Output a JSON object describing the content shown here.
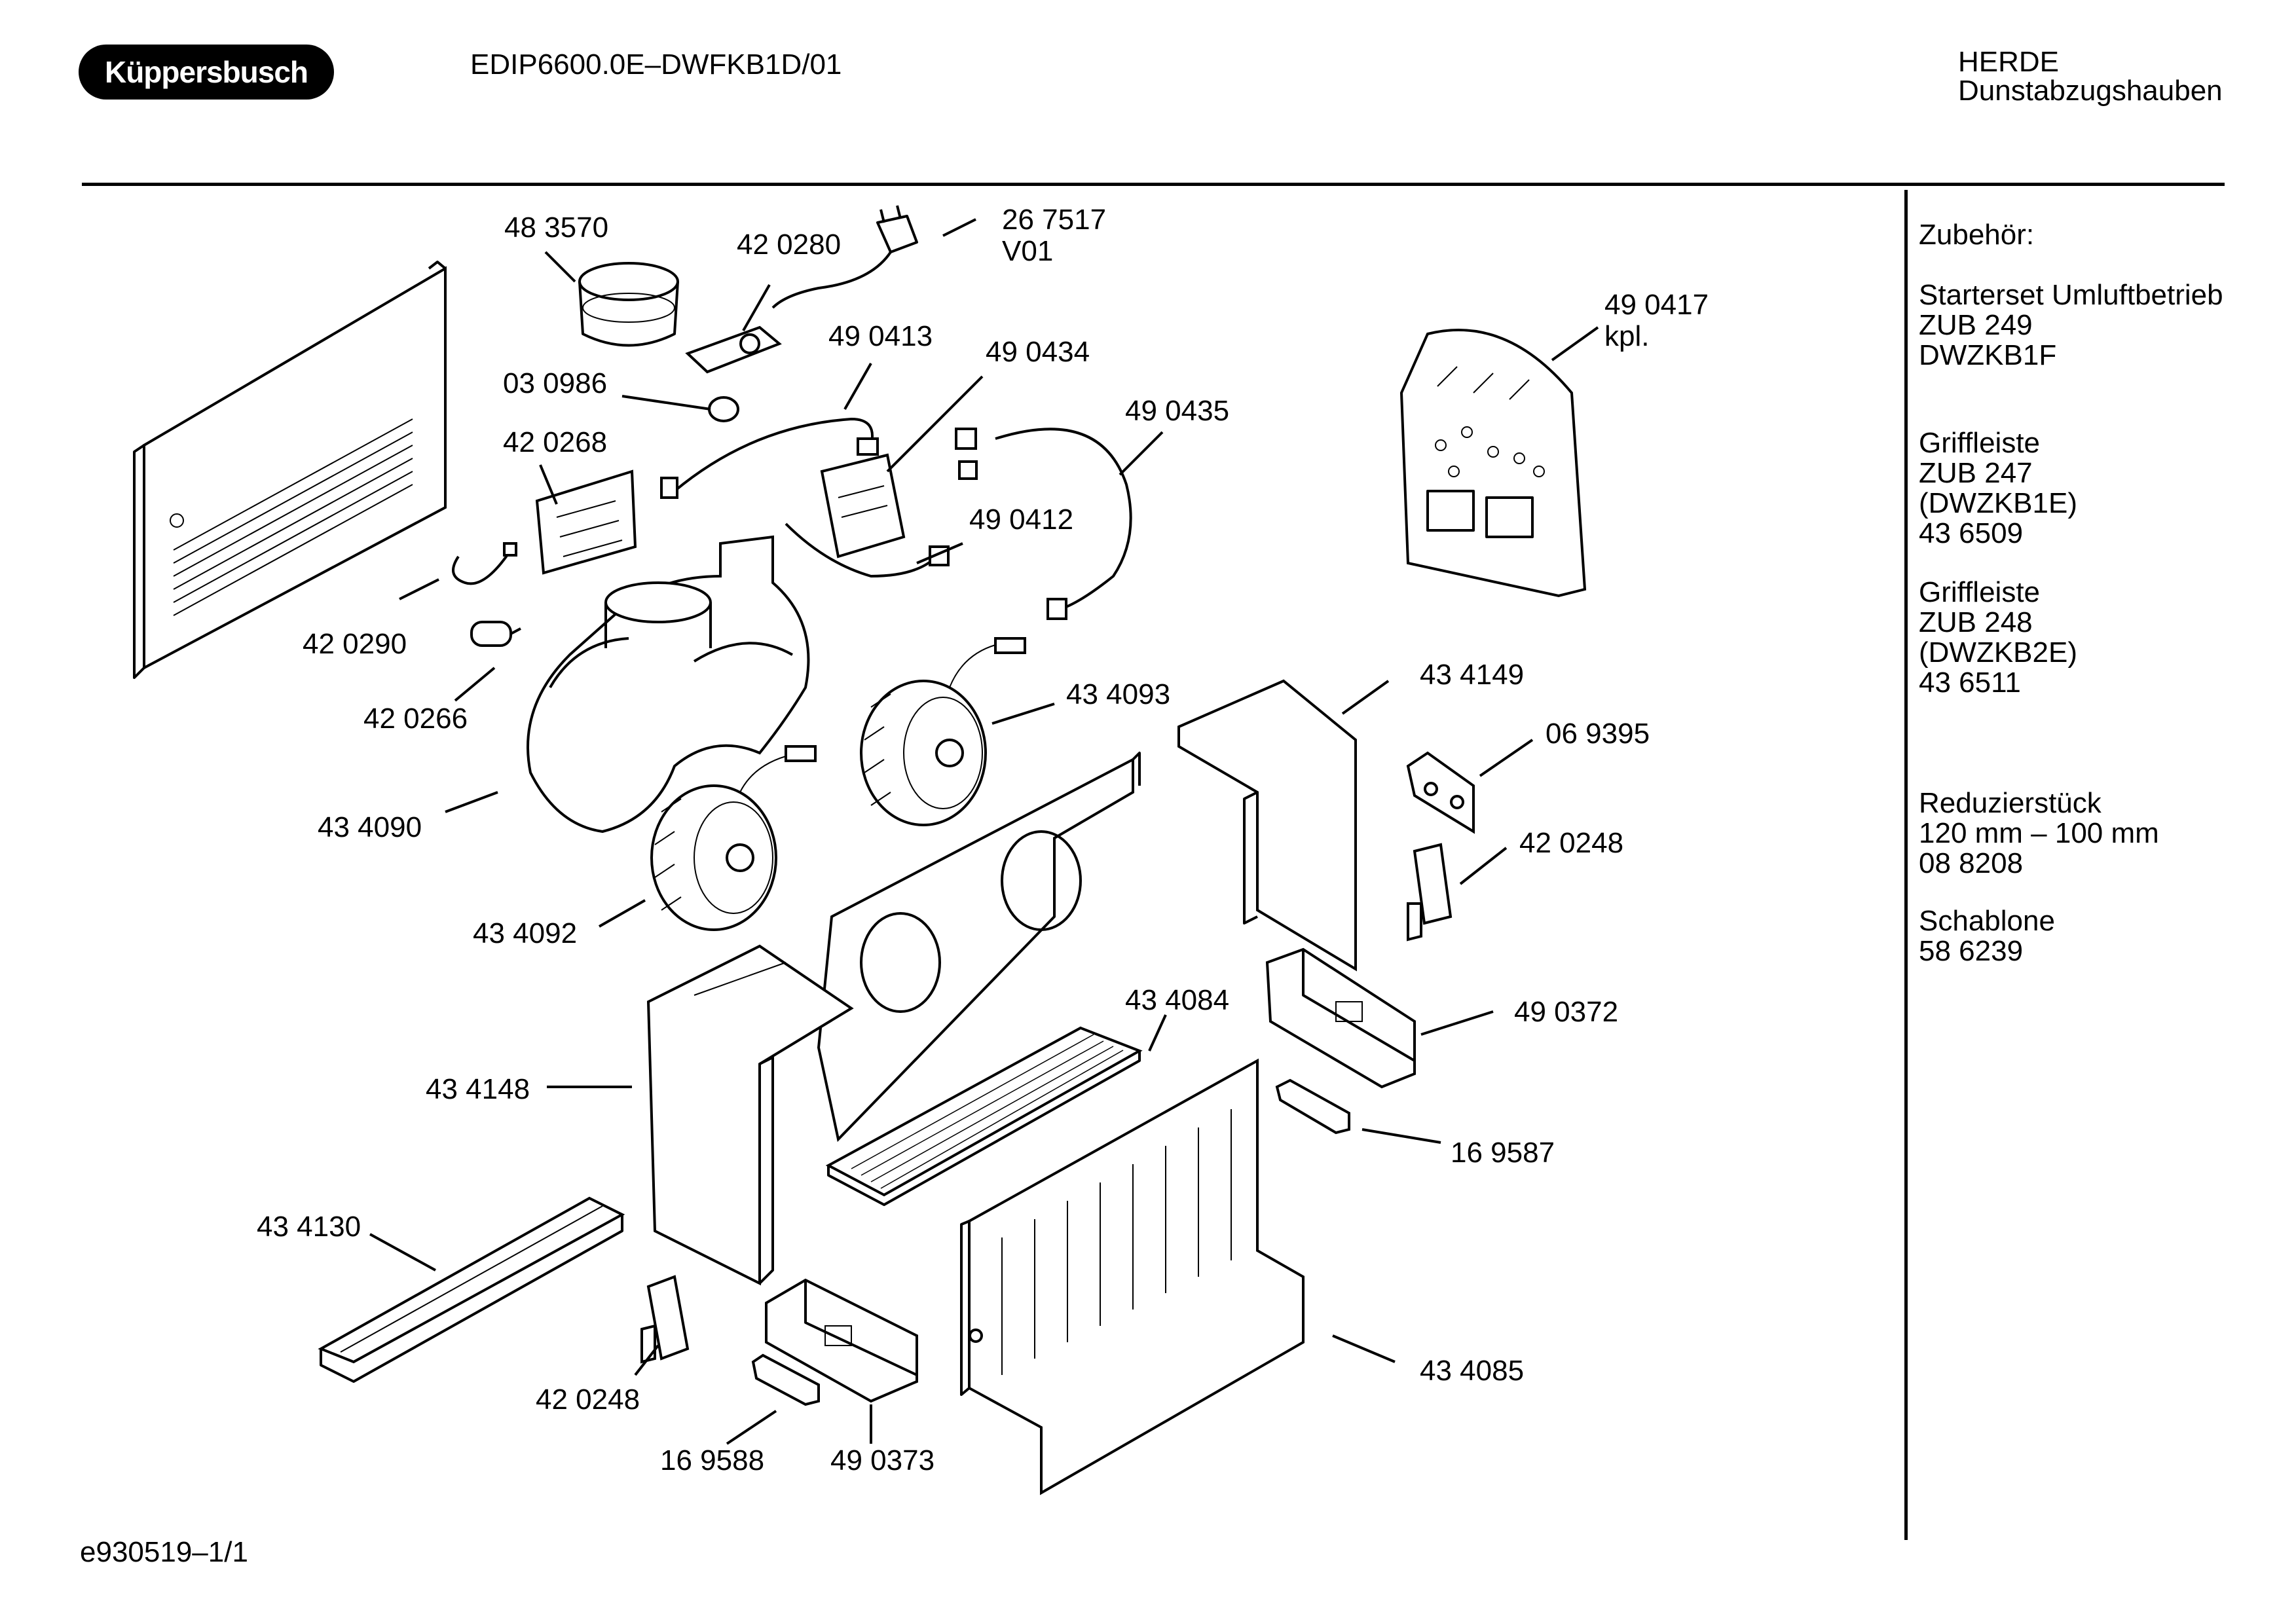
{
  "header": {
    "brand": "Küppersbusch",
    "model_code": "EDIP6600.0E–DWFKB1D/01",
    "category": "HERDE",
    "subcategory": "Dunstabzugshauben"
  },
  "accessories": {
    "title": "Zubehör:",
    "items": [
      {
        "lines": [
          "Starterset Umluftbetrieb",
          "ZUB 249",
          "DWZKB1F"
        ]
      },
      {
        "lines": [
          "Griffleiste",
          "ZUB 247",
          "(DWZKB1E)",
          "43 6509"
        ]
      },
      {
        "lines": [
          "Griffleiste",
          "ZUB 248",
          "(DWZKB2E)",
          "43 6511"
        ]
      },
      {
        "lines": [
          "Reduzierstück",
          "120 mm – 100 mm",
          "08 8208"
        ]
      },
      {
        "lines": [
          "Schablone",
          "58 6239"
        ]
      }
    ]
  },
  "parts": [
    {
      "id": "483570",
      "label": "48 3570"
    },
    {
      "id": "420280",
      "label": "42 0280"
    },
    {
      "id": "267517",
      "label": "26 7517",
      "sub": "V01"
    },
    {
      "id": "490413",
      "label": "49 0413"
    },
    {
      "id": "490434",
      "label": "49 0434"
    },
    {
      "id": "030986",
      "label": "03 0986"
    },
    {
      "id": "490417",
      "label": "49 0417",
      "sub": "kpl."
    },
    {
      "id": "420268",
      "label": "42 0268"
    },
    {
      "id": "490435",
      "label": "49 0435"
    },
    {
      "id": "490412",
      "label": "49 0412"
    },
    {
      "id": "420290",
      "label": "42 0290"
    },
    {
      "id": "420266",
      "label": "42 0266"
    },
    {
      "id": "434093",
      "label": "43 4093"
    },
    {
      "id": "434149",
      "label": "43 4149"
    },
    {
      "id": "069395",
      "label": "06 9395"
    },
    {
      "id": "434090",
      "label": "43 4090"
    },
    {
      "id": "420248a",
      "label": "42 0248"
    },
    {
      "id": "434092",
      "label": "43 4092"
    },
    {
      "id": "434084",
      "label": "43 4084"
    },
    {
      "id": "490372",
      "label": "49 0372"
    },
    {
      "id": "434148",
      "label": "43 4148"
    },
    {
      "id": "169587",
      "label": "16 9587"
    },
    {
      "id": "434130",
      "label": "43 4130"
    },
    {
      "id": "434085",
      "label": "43 4085"
    },
    {
      "id": "420248b",
      "label": "42 0248"
    },
    {
      "id": "169588",
      "label": "16 9588"
    },
    {
      "id": "490373",
      "label": "49 0373"
    }
  ],
  "footer": {
    "diagram_ref": "e930519–1/1"
  }
}
